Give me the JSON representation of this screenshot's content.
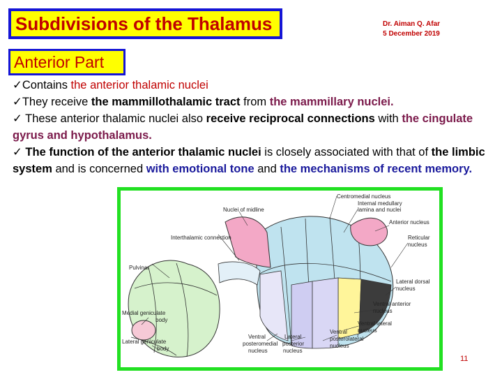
{
  "title": "Subdivisions of the Thalamus",
  "author": {
    "name": "Dr. Aiman Q. Afar",
    "date": "5  December  2019"
  },
  "section": "Anterior Part",
  "bullet": "✓",
  "bullets": [
    {
      "parts": [
        "Contains ",
        "the anterior thalamic nuclei"
      ]
    },
    {
      "parts": [
        "They receive ",
        "the mammillothalamic tract",
        " from ",
        "the mammillary nuclei."
      ]
    },
    {
      "parts": [
        " These anterior thalamic nuclei also ",
        "receive reciprocal connections",
        " with ",
        "the cingulate gyrus and hypothalamus."
      ]
    },
    {
      "parts": [
        " The function of the anterior thalamic nuclei",
        " is closely associated with that of ",
        "the limbic system",
        " and is concerned ",
        "with emotional tone",
        " and ",
        "the mechanisms of recent memory."
      ]
    }
  ],
  "figure": {
    "labels": {
      "midline": "Nuclei of midline",
      "interthalamic": "Interthalamic connection",
      "pulvinar": "Pulvinar",
      "medial_geniculate_1": "Medial geniculate",
      "medial_geniculate_2": "body",
      "lateral_geniculate_1": "Lateral geniculate",
      "lateral_geniculate_2": "body",
      "centromedian": "Centromedial nucleus",
      "lamina_1": "Internal medullary",
      "lamina_2": "lamina and nuclei",
      "anterior": "Anterior nucleus",
      "reticular_1": "Reticular",
      "reticular_2": "nucleus",
      "lateral_dorsal_1": "Lateral dorsal",
      "lateral_dorsal_2": "nucleus",
      "ventral_anterior_1": "Ventral anterior",
      "ventral_anterior_2": "nucleus",
      "ventral_lateral_1": "Ventral lateral",
      "ventral_lateral_2": "nucleus",
      "vpl_1": "Ventral",
      "vpl_2": "posterolateral",
      "vpl_3": "nucleus",
      "vpm_1": "Ventral",
      "vpm_2": "posteromedial",
      "vpm_3": "nucleus",
      "vl_post_1": "Lateral",
      "vl_post_2": "posterior",
      "vl_post_3": "nucleus"
    }
  },
  "page_number": "11",
  "colors": {
    "accent_border": "#1515d6",
    "highlight": "#ffff00",
    "title_red": "#c00000",
    "frame_green": "#22e022"
  }
}
